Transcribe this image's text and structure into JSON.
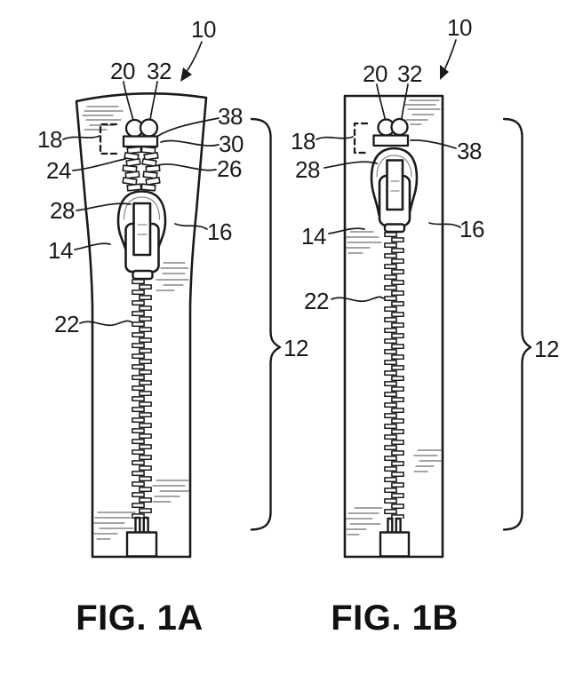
{
  "colors": {
    "ink": "#1a1a1a",
    "background": "#ffffff"
  },
  "fig1a": {
    "caption": "FIG. 1A",
    "refs": {
      "n10": "10",
      "n20": "20",
      "n32": "32",
      "n38": "38",
      "n30": "30",
      "n26": "26",
      "n18": "18",
      "n24": "24",
      "n28": "28",
      "n14": "14",
      "n22": "22",
      "n16": "16",
      "n12": "12"
    }
  },
  "fig1b": {
    "caption": "FIG. 1B",
    "refs": {
      "n10": "10",
      "n20": "20",
      "n32": "32",
      "n18": "18",
      "n38": "38",
      "n28": "28",
      "n14": "14",
      "n22": "22",
      "n16": "16",
      "n12": "12"
    }
  }
}
